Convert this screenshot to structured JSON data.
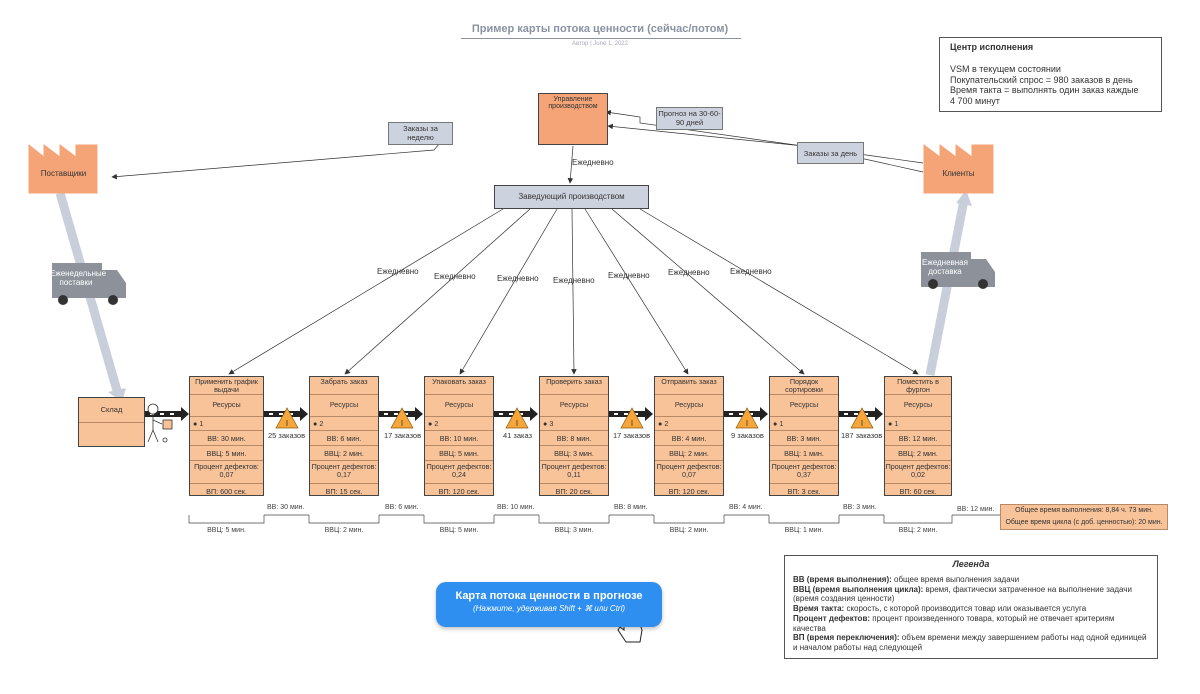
{
  "title": "Пример карты потока ценности (сейчас/потом)",
  "subtitle": "Автор  |  June 1, 2022",
  "control_center": "Управление производством",
  "supervisor": "Заведующий производством",
  "supervisor_daily": "Ежедневно",
  "notes": {
    "weekly_orders": "Заказы за неделю",
    "forecast": "Прогноз на 30-60-90 дней",
    "daily_orders": "Заказы за день"
  },
  "suppliers": "Поставщики",
  "customers": "Клиенты",
  "weekly_delivery": "Еженедельные поставки",
  "daily_delivery": "Ежедневная доставка",
  "daily_labels": [
    "Ежедневно",
    "Ежедневно",
    "Ежедневно",
    "Ежедневно",
    "Ежедневно",
    "Ежедневно",
    "Ежедневно"
  ],
  "execution": {
    "heading": "Центр исполнения",
    "lines": [
      "VSM в текущем состоянии",
      "Покупательский спрос = 980 заказов в день",
      "Время такта = выполнять один заказ каждые",
      "4 700 минут"
    ]
  },
  "warehouse": "Склад",
  "processes": [
    {
      "name": "Применить график выдачи",
      "resources": "Ресурсы",
      "operators": "1",
      "vv": "ВВ: 30 мин.",
      "vvc": "ВВЦ: 5 мин.",
      "defects": "Процент дефектов: 0,07",
      "vp": "ВП: 600 сек."
    },
    {
      "name": "Забрать заказ",
      "resources": "Ресурсы",
      "operators": "2",
      "vv": "ВВ: 6 мин.",
      "vvc": "ВВЦ: 2 мин.",
      "defects": "Процент дефектов: 0,17",
      "vp": "ВП: 15 сек."
    },
    {
      "name": "Упаковать заказ",
      "resources": "Ресурсы",
      "operators": "2",
      "vv": "ВВ: 10 мин.",
      "vvc": "ВВЦ: 5 мин.",
      "defects": "Процент дефектов: 0,24",
      "vp": "ВП: 120 сек."
    },
    {
      "name": "Проверить заказ",
      "resources": "Ресурсы",
      "operators": "3",
      "vv": "ВВ: 8 мин.",
      "vvc": "ВВЦ: 3 мин.",
      "defects": "Процент дефектов: 0,11",
      "vp": "ВП: 20 сек."
    },
    {
      "name": "Отправить заказ",
      "resources": "Ресурсы",
      "operators": "2",
      "vv": "ВВ: 4 мин.",
      "vvc": "ВВЦ: 2 мин.",
      "defects": "Процент дефектов: 0,07",
      "vp": "ВП: 120 сек."
    },
    {
      "name": "Порядок сортировки",
      "resources": "Ресурсы",
      "operators": "1",
      "vv": "ВВ: 3 мин.",
      "vvc": "ВВЦ: 1 мин.",
      "defects": "Процент дефектов: 0,37",
      "vp": "ВП: 3 сек."
    },
    {
      "name": "Поместить в фургон",
      "resources": "Ресурсы",
      "operators": "1",
      "vv": "ВВ: 12 мин.",
      "vvc": "ВВЦ: 2 мин.",
      "defects": "Процент дефектов: 0,02",
      "vp": "ВП: 60 сек."
    }
  ],
  "inventories": [
    "25 заказов",
    "17 заказов",
    "41 заказ",
    "17 заказов",
    "9 заказов",
    "187 заказов"
  ],
  "timeline": {
    "vv": [
      "ВВ: 30 мин.",
      "ВВ: 6 мин.",
      "ВВ: 10 мин.",
      "ВВ: 8 мин.",
      "ВВ: 4 мин.",
      "ВВ: 3 мин.",
      "ВВ: 12 мин."
    ],
    "vvc": [
      "ВВЦ: 5 мин.",
      "ВВЦ: 2 мин.",
      "ВВЦ: 5 мин.",
      "ВВЦ: 3 мин.",
      "ВВЦ: 2 мин.",
      "ВВЦ: 1 мин.",
      "ВВЦ: 2 мин."
    ]
  },
  "totals": {
    "lead": "Общее время выполнения: 8,84 ч. 73 мин.",
    "cycle": "Общее время цикла (с доб. ценностью): 20 мин."
  },
  "legend": {
    "heading": "Легенда",
    "items": [
      {
        "term": "ВВ (время выполнения):",
        "desc": " общее время выполнения задачи"
      },
      {
        "term": "ВВЦ (время выполнения цикла):",
        "desc": " время, фактически затраченное на выполнение задачи (время создания ценности)"
      },
      {
        "term": "Время такта:",
        "desc": " скорость, с которой производится товар или оказывается услуга"
      },
      {
        "term": "Процент дефектов:",
        "desc": " процент произведенного товара, который не отвечает критериям качества"
      },
      {
        "term": "ВП (время переключения):",
        "desc": " объем времени между завершением работы над одной единицей и началом работы над следующей"
      }
    ]
  },
  "future_button": {
    "title": "Карта потока ценности в прогнозе",
    "hint": "(Нажмите, удерживая Shift + ⌘ или Ctrl)"
  },
  "colors": {
    "process": "#f9c39a",
    "control": "#f4a477",
    "note": "#cdd3de",
    "button": "#2f8ff1"
  }
}
